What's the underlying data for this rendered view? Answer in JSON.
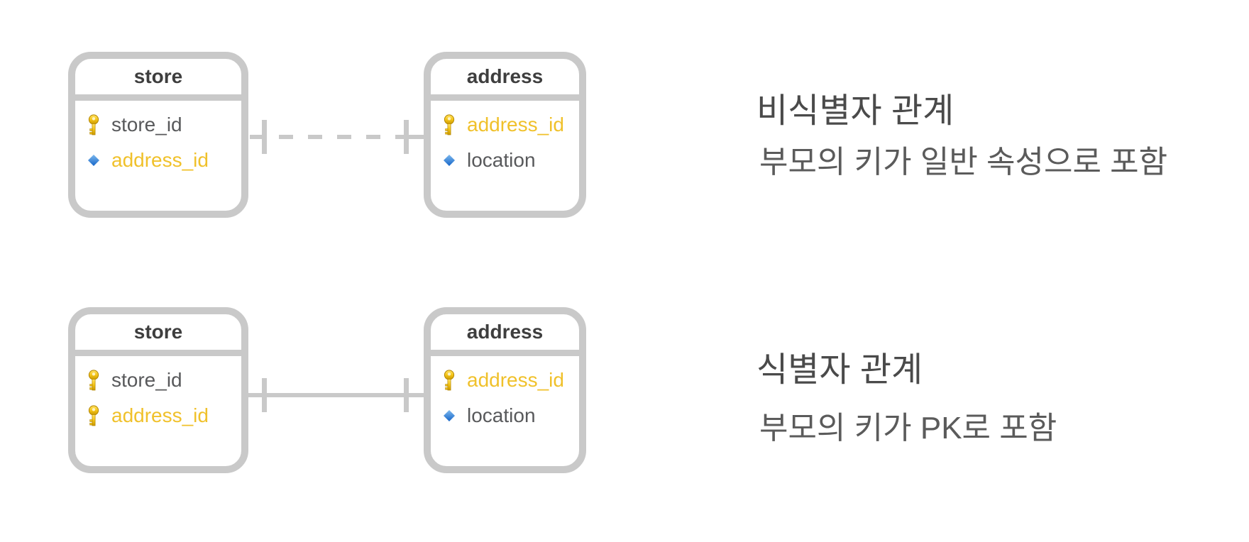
{
  "colors": {
    "box_border": "#c9c9c9",
    "entity_title": "#3e3e3e",
    "field_text": "#58595b",
    "highlight_gold": "#f0c12b",
    "heading_text": "#4a4a4a",
    "subtitle_text": "#5b5b5b",
    "key_icon_gold": "#f5c518",
    "diamond_icon_blue": "#1565c8"
  },
  "rows": [
    {
      "id": "non-identifying",
      "connector_style": "dashed",
      "left_table": {
        "title": "store",
        "fields": [
          {
            "name": "store_id",
            "icon": "key-icon",
            "highlight": false
          },
          {
            "name": "address_id",
            "icon": "diamond-icon",
            "highlight": true
          }
        ]
      },
      "right_table": {
        "title": "address",
        "fields": [
          {
            "name": "address_id",
            "icon": "key-icon",
            "highlight": true
          },
          {
            "name": "location",
            "icon": "diamond-icon",
            "highlight": false
          }
        ]
      },
      "label": {
        "heading": "비식별자 관계",
        "subtitle": "부모의 키가 일반 속성으로 포함"
      }
    },
    {
      "id": "identifying",
      "connector_style": "solid",
      "left_table": {
        "title": "store",
        "fields": [
          {
            "name": "store_id",
            "icon": "key-icon",
            "highlight": false
          },
          {
            "name": "address_id",
            "icon": "key-icon",
            "highlight": true
          }
        ]
      },
      "right_table": {
        "title": "address",
        "fields": [
          {
            "name": "address_id",
            "icon": "key-icon",
            "highlight": true
          },
          {
            "name": "location",
            "icon": "diamond-icon",
            "highlight": false
          }
        ]
      },
      "label": {
        "heading": "식별자 관계",
        "subtitle": "부모의 키가 PK로 포함"
      }
    }
  ]
}
